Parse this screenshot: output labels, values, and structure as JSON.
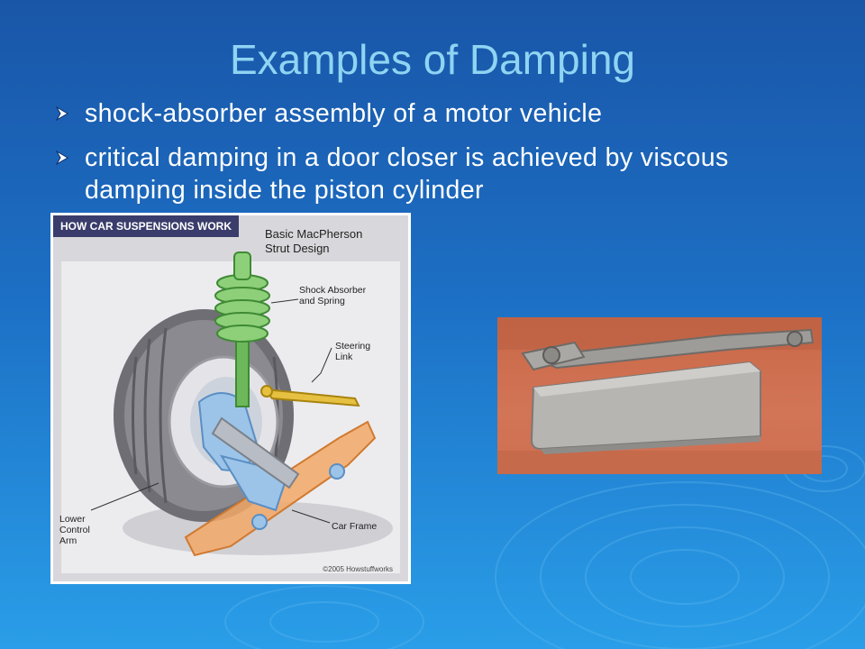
{
  "slide": {
    "title": "Examples of Damping",
    "bullets": [
      "shock-absorber assembly of a motor vehicle",
      "critical damping in a door closer is achieved by viscous damping inside the piston cylinder"
    ]
  },
  "suspension_figure": {
    "header": "HOW CAR SUSPENSIONS WORK",
    "title_line1": "Basic MacPherson",
    "title_line2": "Strut Design",
    "labels": {
      "shock": "Shock Absorber\nand Spring",
      "steering": "Steering\nLink",
      "lower_arm": "Lower\nControl\nArm",
      "frame": "Car Frame"
    },
    "copyright": "©2005 Howstuffworks"
  },
  "colors": {
    "title": "#8fd4f2",
    "bullet_text": "#ffffff",
    "spring_green": "#7cc46a",
    "frame_orange": "#f0a060",
    "hub_blue": "#9cc4e8"
  },
  "icons": {
    "bullet": "arrow-bullet-icon"
  }
}
